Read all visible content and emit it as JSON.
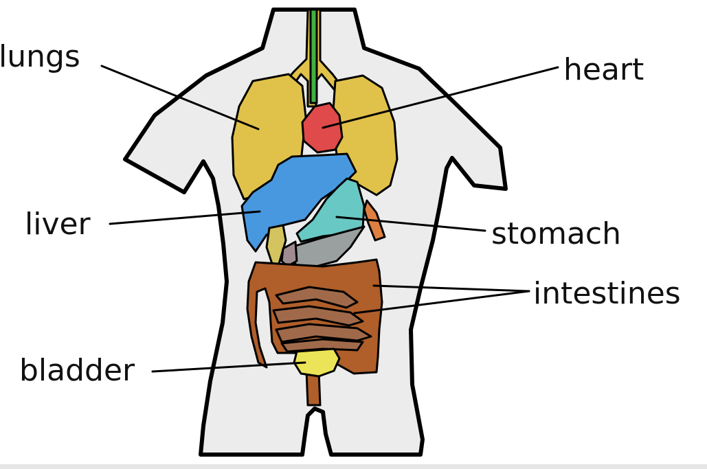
{
  "labels": {
    "lungs": "lungs",
    "heart": "heart",
    "liver": "liver",
    "stomach": "stomach",
    "intestines": "intestines",
    "bladder": "bladder"
  },
  "colors": {
    "body": "#ececec",
    "lungs": "#e0c24a",
    "heart": "#e04a4a",
    "liver": "#4898e0",
    "stomach": "#68c8c4",
    "intestines_outer": "#b05e2a",
    "intestines_inner": "#a06a4a",
    "bladder": "#ece458",
    "trachea": "#40b040",
    "gallbladder": "#d4c460",
    "pancreas": "#e08040",
    "colon_gray": "#9aa0a0"
  }
}
